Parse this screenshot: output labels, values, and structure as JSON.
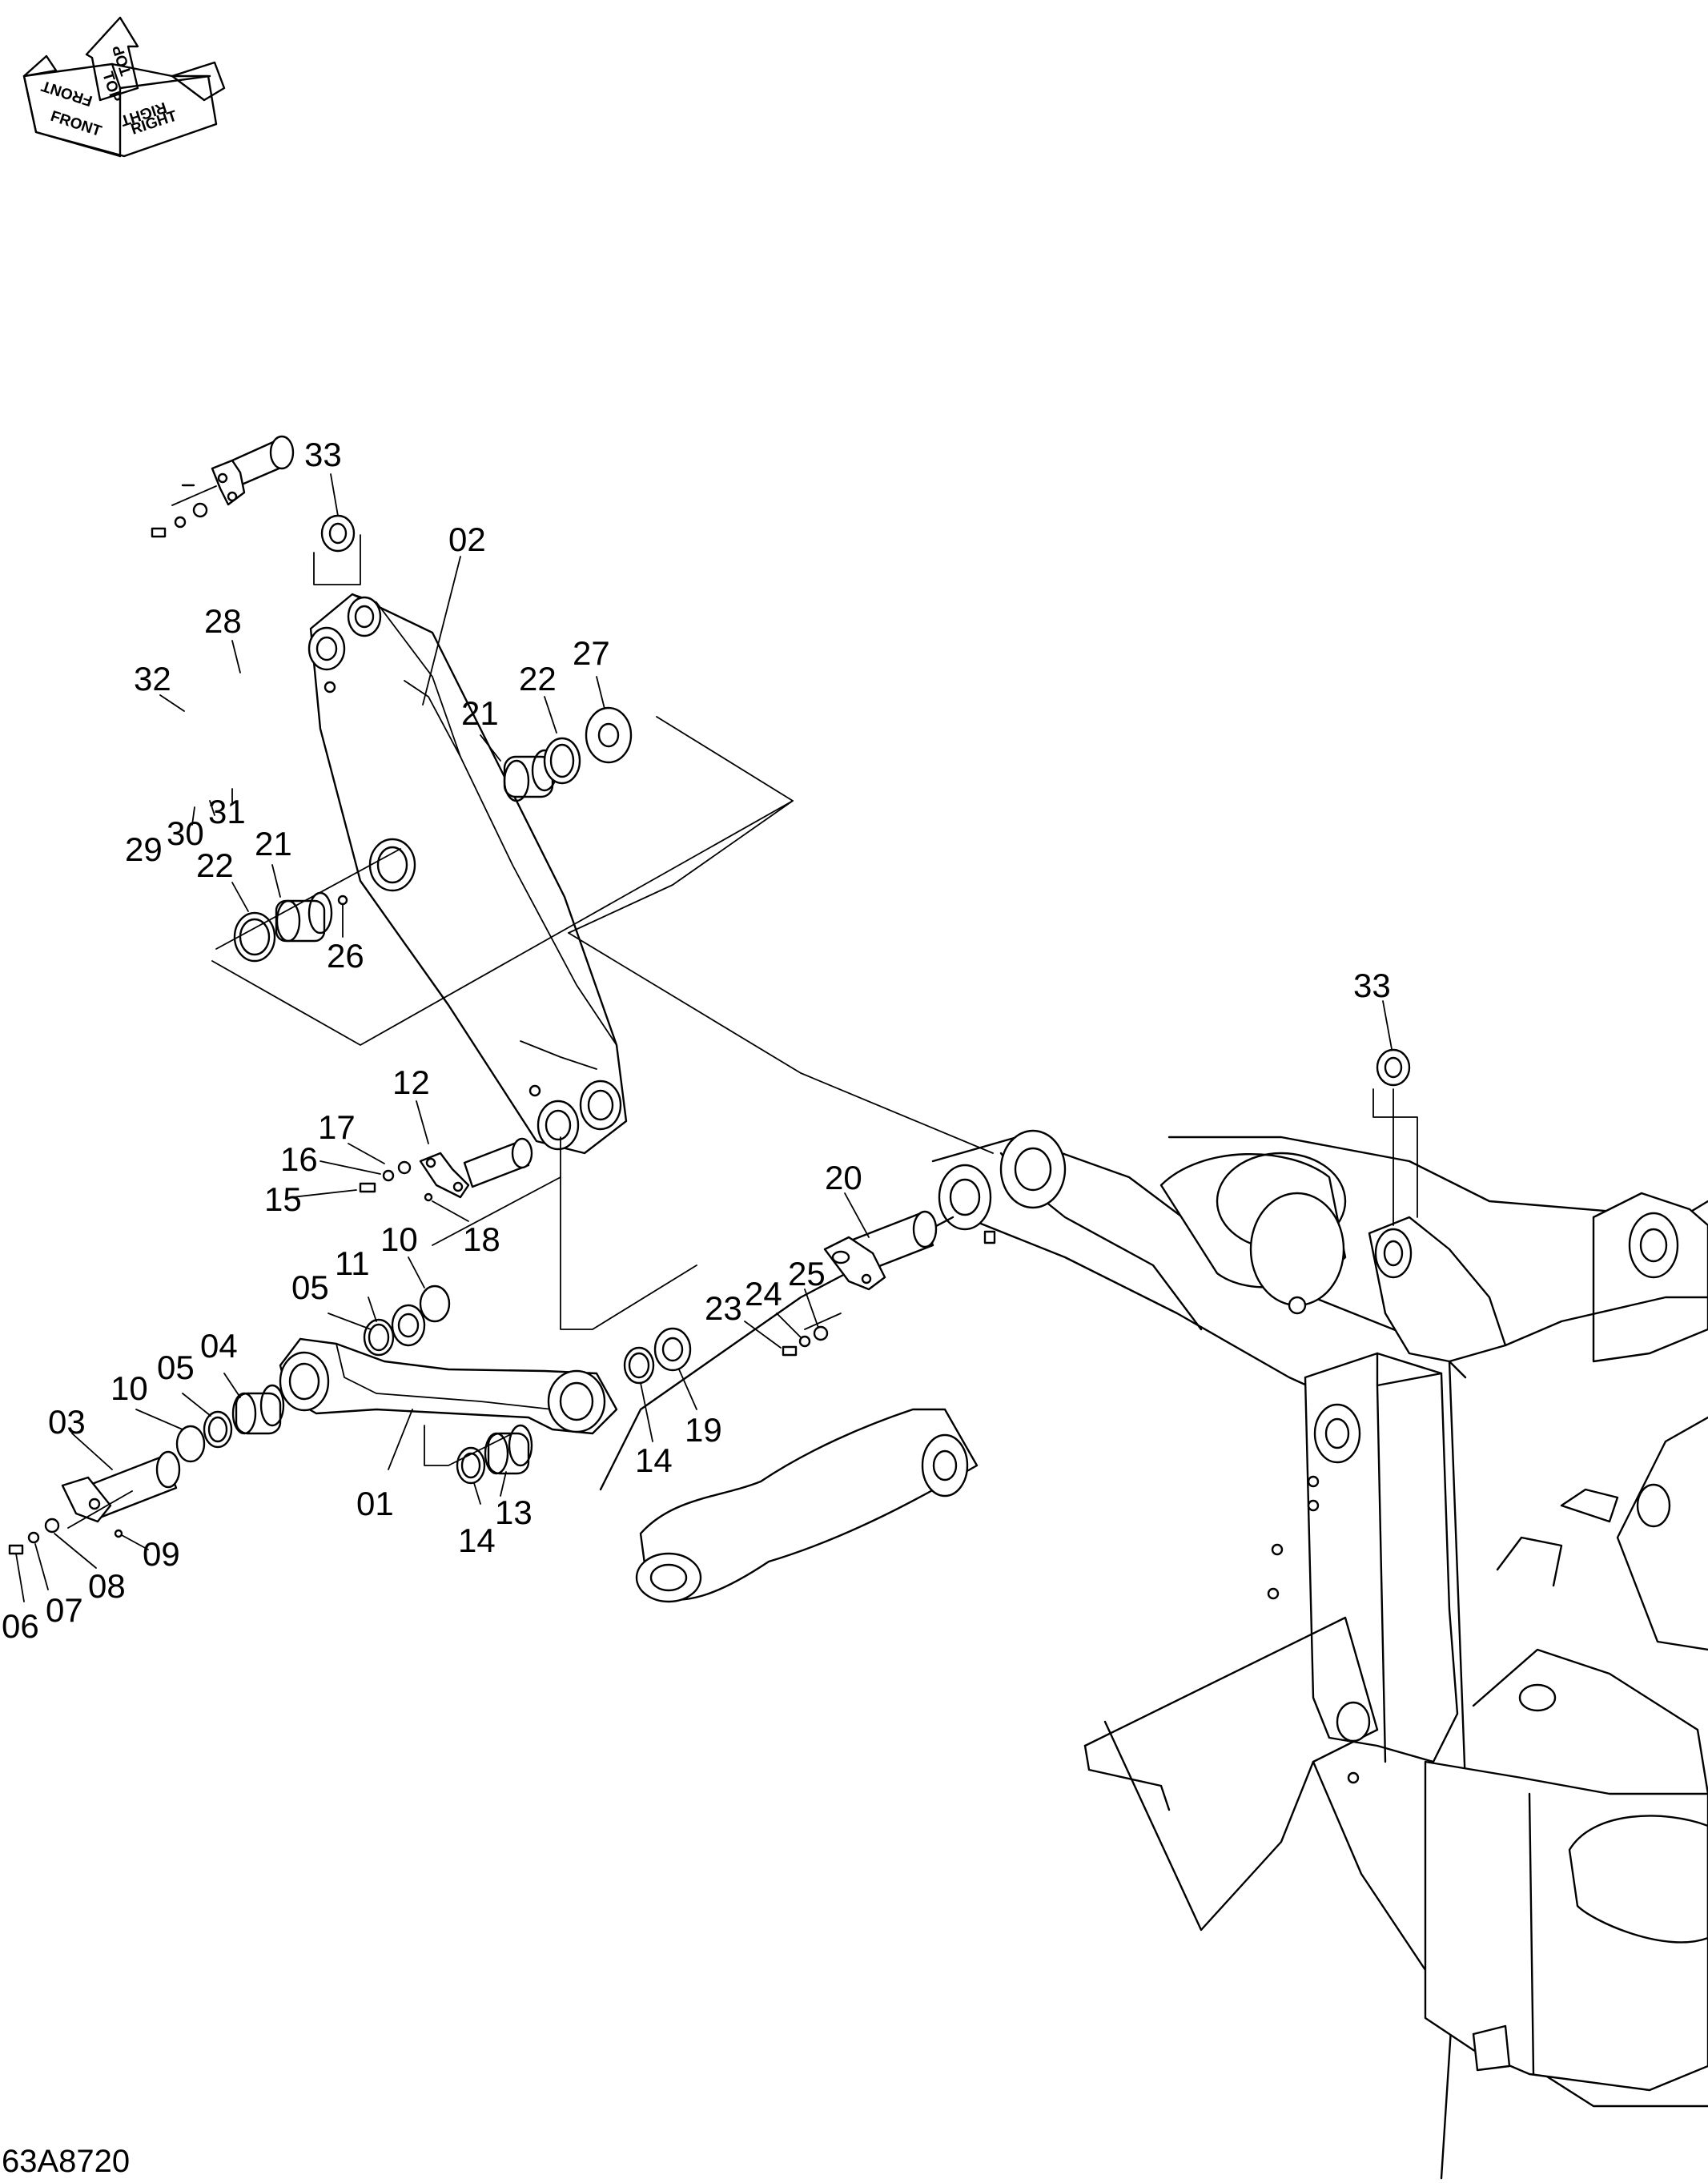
{
  "orientation": {
    "front": "FRONT",
    "top": "TOP",
    "right": "RIGHT",
    "front_mirror": "FRONT",
    "top_mirror": "TOP",
    "right_mirror": "RIGHT",
    "icon": "orientation-cube-icon"
  },
  "drawing_code": "63A8720",
  "callouts": {
    "p01": "01",
    "p02": "02",
    "p03": "03",
    "p04": "04",
    "p05a": "05",
    "p05b": "05",
    "p06": "06",
    "p07": "07",
    "p08": "08",
    "p09": "09",
    "p10a": "10",
    "p10b": "10",
    "p11": "11",
    "p12": "12",
    "p13": "13",
    "p14a": "14",
    "p14b": "14",
    "p15": "15",
    "p16": "16",
    "p17": "17",
    "p18": "18",
    "p19": "19",
    "p20": "20",
    "p21a": "21",
    "p21b": "21",
    "p22a": "22",
    "p22b": "22",
    "p23": "23",
    "p24": "24",
    "p25": "25",
    "p26": "26",
    "p27": "27",
    "p28": "28",
    "p29": "29",
    "p30": "30",
    "p31": "31",
    "p32": "32",
    "p33a": "33",
    "p33b": "33"
  }
}
